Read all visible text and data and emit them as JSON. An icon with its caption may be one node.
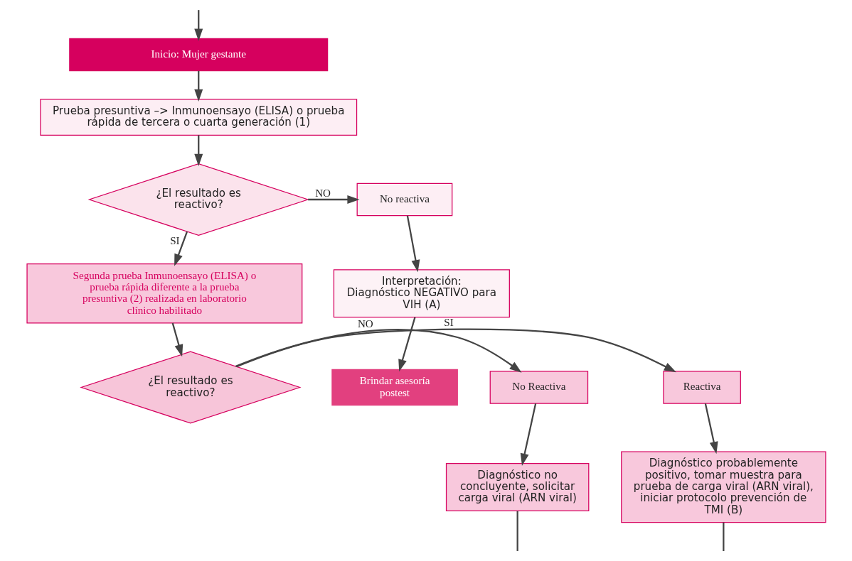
{
  "diagram": {
    "nodes": [
      {
        "text": [
          "Inicio: Mujer gestante"
        ]
      },
      {
        "text": [
          "Prueba presuntiva –> Inmunoensayo (ELISA) o prueba rápida de tercera o cuarta generación (1)"
        ]
      },
      {
        "text": [
          "¿El resultado es reactivo?"
        ]
      },
      {
        "text": [
          "No reactiva"
        ]
      },
      {
        "text": [
          "Interpretación: Diagnóstico NEGATIVO para VIH (A)"
        ]
      },
      {
        "text": [
          "Brindar asesoría postest"
        ]
      },
      {
        "text": [
          "Segunda prueba Inmunoensayo (ELISA) o prueba rápida diferente a la prueba presuntiva (2) realizada en laboratorio clínico habilitado"
        ]
      },
      {
        "text": [
          "¿El resultado es reactivo?"
        ]
      },
      {
        "text": [
          "Reactiva"
        ]
      },
      {
        "text": [
          "No Reactiva"
        ]
      },
      {
        "text": [
          "Diagnóstico probablemente positivo, tomar muestra para prueba de carga viral (ARN viral), iniciar protocolo prevención de TMI (B)"
        ]
      },
      {
        "text": [
          "Diagnóstico no concluyente, solicitar carga viral (ARN viral)"
        ]
      }
    ],
    "edges": [
      {
        "from": null,
        "to": 0,
        "arrow": "to"
      },
      {
        "from": 0,
        "to": 1,
        "arrow": "to"
      },
      {
        "from": 1,
        "to": 2,
        "arrow": "to"
      },
      {
        "from": 2,
        "to": 3,
        "arrow": "to",
        "label": "NO"
      },
      {
        "from": 3,
        "to": 4,
        "arrow": "to"
      },
      {
        "from": 4,
        "to": 5,
        "arrow": "to"
      },
      {
        "from": 2,
        "to": 6,
        "arrow": "to",
        "label": "SI"
      },
      {
        "from": 6,
        "to": 7,
        "arrow": "to"
      },
      {
        "from": 7,
        "to": 8,
        "arrow": "to",
        "label": "SI"
      },
      {
        "from": 7,
        "to": 9,
        "arrow": "to",
        "label": "NO"
      },
      {
        "from": 8,
        "to": 10,
        "arrow": "to"
      },
      {
        "from": 9,
        "to": 11,
        "arrow": "to"
      },
      {
        "from": 10,
        "to": null,
        "arrow": "none"
      },
      {
        "from": 11,
        "to": null,
        "arrow": "none"
      }
    ]
  }
}
